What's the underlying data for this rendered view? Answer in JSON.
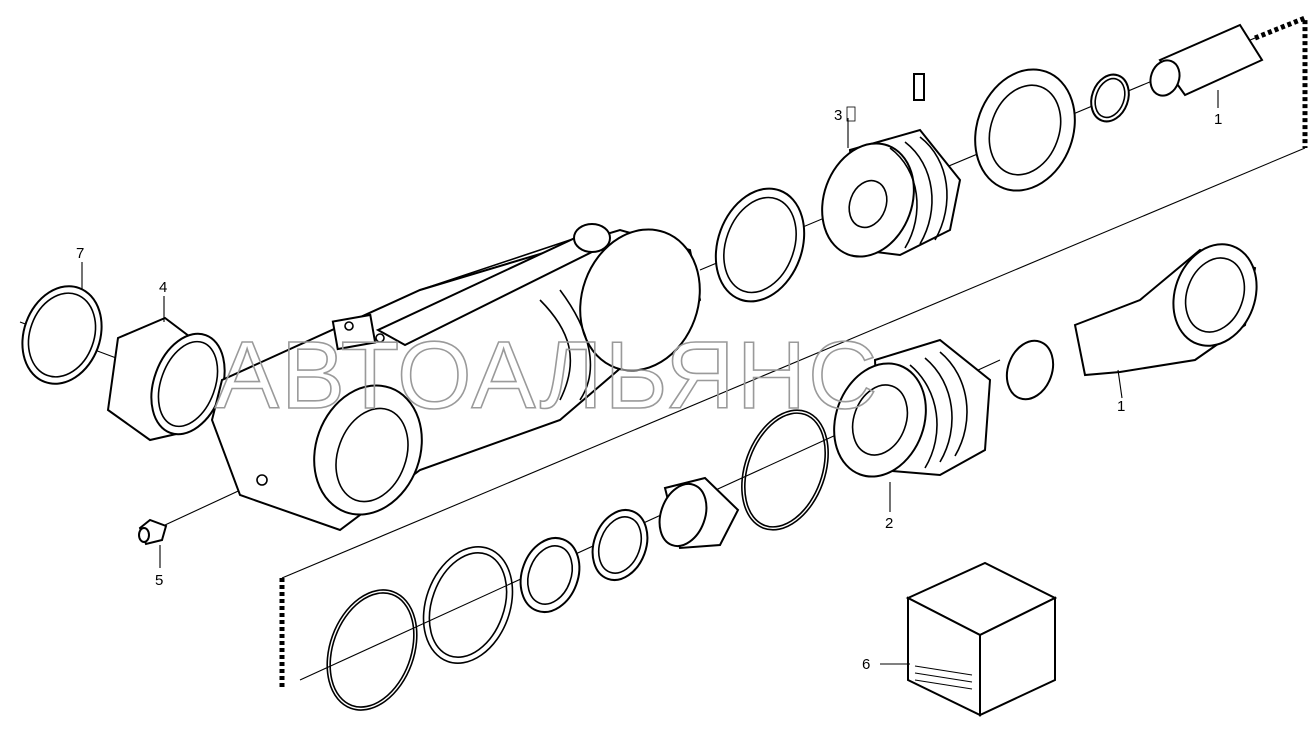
{
  "watermark": "АВТОАЛЬЯНС",
  "callouts": {
    "c1a": "1",
    "c1b": "1",
    "c2": "2",
    "c3": "3",
    "c4": "4",
    "c5": "5",
    "c6": "6",
    "c7": "7"
  },
  "colors": {
    "line": "#000000",
    "background": "#ffffff",
    "watermark": "#9a9a9a"
  }
}
